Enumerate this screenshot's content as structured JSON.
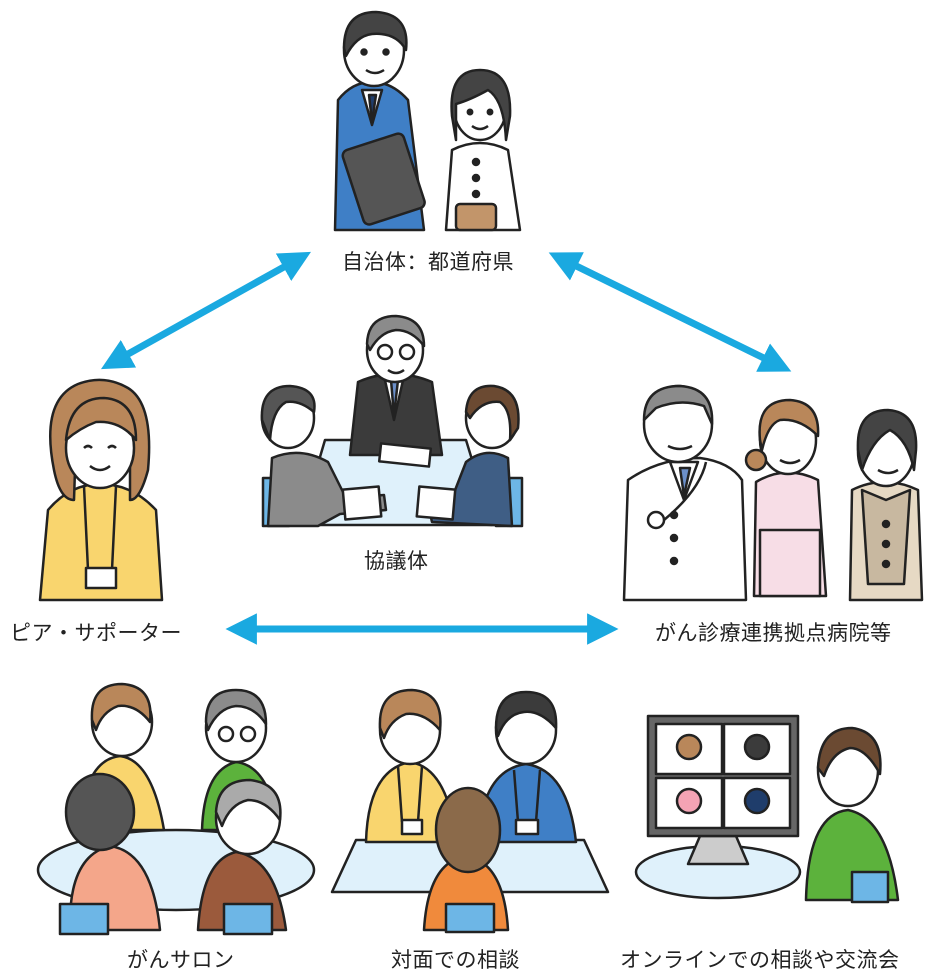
{
  "nodes": {
    "government": "自治体：都道府県",
    "council": "協議体",
    "peer_supporter": "ピア・サポーター",
    "hospital": "がん診療連携拠点病院等"
  },
  "activities": {
    "salon": "がんサロン",
    "face_to_face": "対面での相談",
    "online": "オンラインでの相談や交流会"
  },
  "colors": {
    "arrow": "#1aa9e0",
    "suit_blue": "#3f7fc6",
    "yellow": "#f9d56e",
    "hair_brown": "#b9875a",
    "green": "#5cb23c"
  }
}
